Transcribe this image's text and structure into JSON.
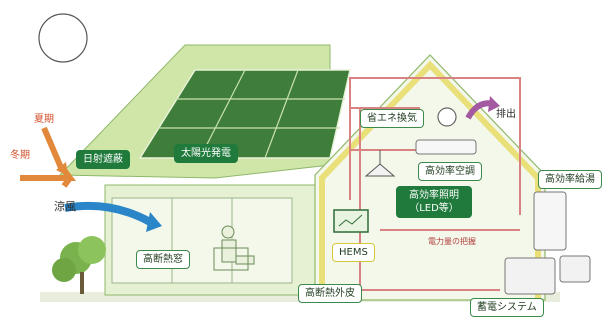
{
  "labels": {
    "summer": "夏期",
    "winter": "冬期",
    "cool_breeze": "涼風",
    "sun_shading": "日射遮蔽",
    "solar_power": "太陽光発電",
    "ventilation": "省エネ換気",
    "exhaust": "排出",
    "hvac": "高効率空調",
    "lighting_line1": "高効率照明",
    "lighting_line2": "（LED等）",
    "water_heater": "高効率給湯",
    "power_visualization": "電力量の把握",
    "hems": "HEMS",
    "windows": "高断熱窓",
    "envelope": "高断熱外皮",
    "storage": "蓄電システム"
  },
  "colors": {
    "roof_green": "#b9d98a",
    "wall_green": "#e4efcf",
    "wire_red": "#d98282",
    "insulation_yellow": "#e9e07a",
    "arrow_blue": "#2a86c8",
    "arrow_orange": "#e2883a",
    "label_dark_green": "#1f7a3c"
  }
}
